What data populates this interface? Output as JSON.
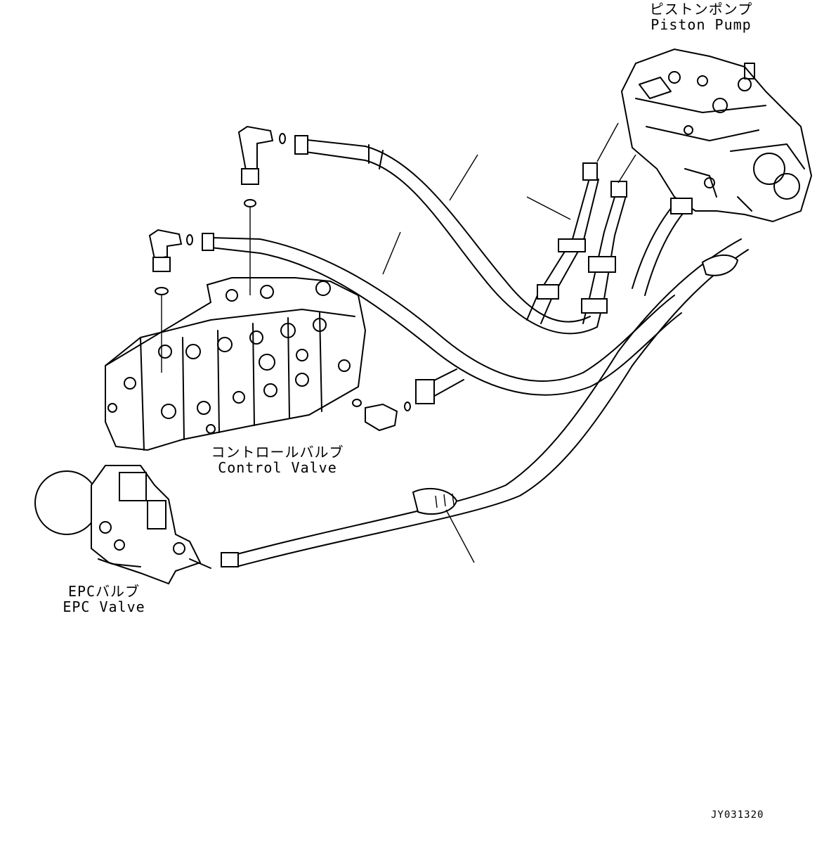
{
  "labels": {
    "piston_pump_jp": "ピストンポンプ",
    "piston_pump_en": "Piston Pump",
    "control_valve_jp": "コントロールバルブ",
    "control_valve_en": "Control Valve",
    "epc_valve_jp": "EPCバルブ",
    "epc_valve_en": "EPC Valve"
  },
  "drawing_id": "JY031320"
}
